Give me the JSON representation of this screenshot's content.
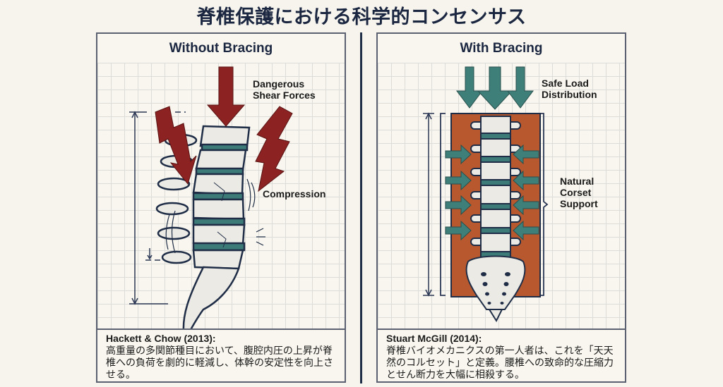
{
  "title": "脊椎保護における科学的コンセンサス",
  "colors": {
    "background": "#f6f4ec",
    "ink": "#1b2640",
    "danger_arrow": "#8c2222",
    "safe_arrow": "#3f7f7a",
    "corset": "#b8582e",
    "disc": "#3d7b78"
  },
  "left_panel": {
    "heading": "Without Bracing",
    "labels": {
      "shear": "Dangerous\nShear Forces",
      "compression": "Compression"
    },
    "icons": [
      "lightning-arrow-icon",
      "down-arrow-icon",
      "lightning-arrow-icon",
      "spine-icon",
      "dimension-line-icon"
    ],
    "caption": {
      "citation": "Hackett & Chow (2013):",
      "text": "高重量の多関節種目において、腹腔内圧の上昇が脊椎への負荷を劇的に軽減し、体幹の安定性を向上させる。"
    }
  },
  "right_panel": {
    "heading": "With Bracing",
    "labels": {
      "load": "Safe Load\nDistribution",
      "corset": "Natural\nCorset\nSupport"
    },
    "icons": [
      "down-arrow-icon",
      "inward-arrow-icon",
      "spine-icon",
      "corset-icon",
      "bracket-icon"
    ],
    "caption": {
      "citation": "Stuart McGill (2014):",
      "text": "脊椎バイオメカニクスの第一人者は、これを「天天然のコルセット」と定義。腰椎への致命的な圧縮力とせん断力を大幅に相殺する。"
    }
  }
}
